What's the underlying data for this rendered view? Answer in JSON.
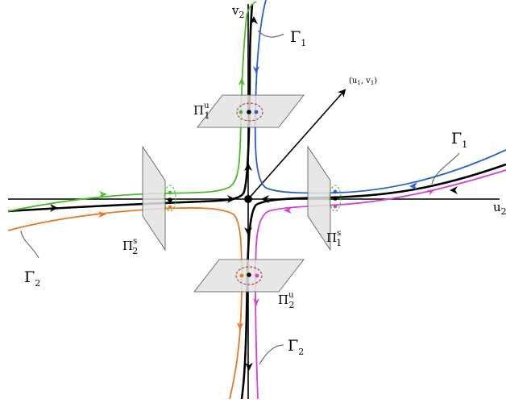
{
  "axes": {
    "x_label_main": "u",
    "x_label_sub": "2",
    "y_label_main": "v",
    "y_label_sub": "2",
    "diag_label": "(u",
    "diag_label_sub1": "1",
    "diag_label_mid": ", v",
    "diag_label_sub2": "1",
    "diag_label_end": ")"
  },
  "curves": {
    "gamma1_top_main": "Γ",
    "gamma1_top_sub": "1",
    "gamma1_right_main": "Γ",
    "gamma1_right_sub": "1",
    "gamma2_left_main": "Γ",
    "gamma2_left_sub": "2",
    "gamma2_bottom_main": "Γ",
    "gamma2_bottom_sub": "2"
  },
  "planes": {
    "pi1u_main": "Π",
    "pi1u_sub": "1",
    "pi1u_sup": "u",
    "pi2s_main": "Π",
    "pi2s_sub": "2",
    "pi2s_sup": "s",
    "pi1s_main": "Π",
    "pi1s_sub": "1",
    "pi1s_sup": "s",
    "pi2u_main": "Π",
    "pi2u_sub": "2",
    "pi2u_sup": "u"
  },
  "colors": {
    "green": "#4cbb2a",
    "blue": "#2a5fcf",
    "orange": "#e8771f",
    "magenta": "#d83fd0",
    "black": "#000000",
    "plane_fill": "#e3e3e3",
    "plane_stroke": "#555555",
    "ring": "#b03030"
  }
}
